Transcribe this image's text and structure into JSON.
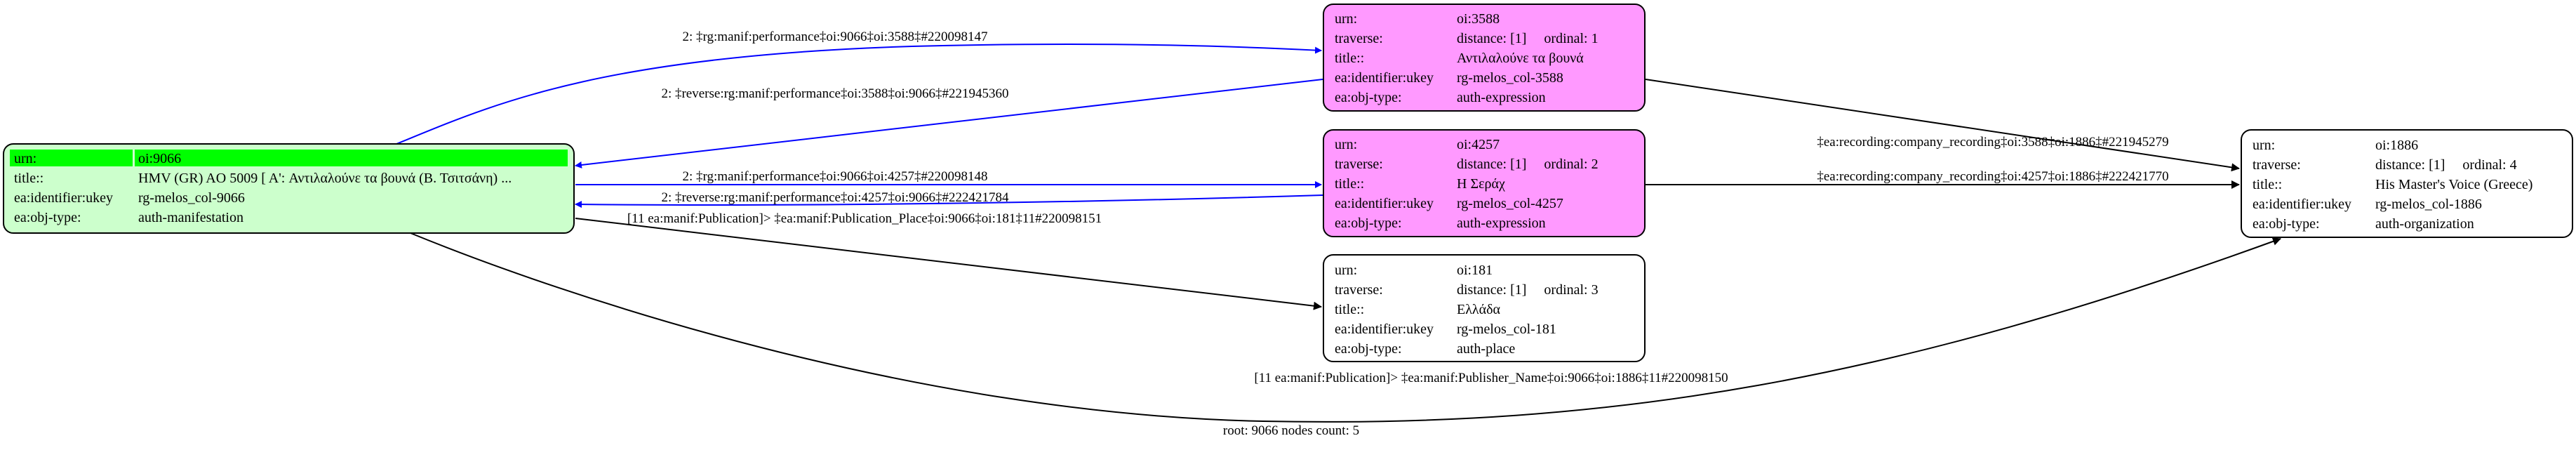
{
  "colors": {
    "root_fill": "#ccffcc",
    "root_header": "#00ff00",
    "expression_fill": "#ff99ff",
    "plain_fill": "#ffffff",
    "edge_blue": "#0000ff",
    "edge_black": "#000000"
  },
  "nodes": {
    "n9066": {
      "rows": [
        [
          "urn:",
          "oi:9066"
        ],
        [
          "title::",
          "HMV (GR) AO 5009 [ A': Αντιλαλούνε τα βουνά (Β. Τσιτσάνη) ..."
        ],
        [
          "ea:identifier:ukey",
          "rg-melos_col-9066"
        ],
        [
          "ea:obj-type:",
          "auth-manifestation"
        ]
      ]
    },
    "n3588": {
      "rows": [
        [
          "urn:",
          "oi:3588"
        ],
        [
          "traverse:",
          "distance: [1]     ordinal: 1"
        ],
        [
          "title::",
          "Αντιλαλούνε τα βουνά"
        ],
        [
          "ea:identifier:ukey",
          "rg-melos_col-3588"
        ],
        [
          "ea:obj-type:",
          "auth-expression"
        ]
      ]
    },
    "n4257": {
      "rows": [
        [
          "urn:",
          "oi:4257"
        ],
        [
          "traverse:",
          "distance: [1]     ordinal: 2"
        ],
        [
          "title::",
          "Η Σεράχ"
        ],
        [
          "ea:identifier:ukey",
          "rg-melos_col-4257"
        ],
        [
          "ea:obj-type:",
          "auth-expression"
        ]
      ]
    },
    "n181": {
      "rows": [
        [
          "urn:",
          "oi:181"
        ],
        [
          "traverse:",
          "distance: [1]     ordinal: 3"
        ],
        [
          "title::",
          "Ελλάδα"
        ],
        [
          "ea:identifier:ukey",
          "rg-melos_col-181"
        ],
        [
          "ea:obj-type:",
          "auth-place"
        ]
      ]
    },
    "n1886": {
      "rows": [
        [
          "urn:",
          "oi:1886"
        ],
        [
          "traverse:",
          "distance: [1]     ordinal: 4"
        ],
        [
          "title::",
          "His Master's Voice (Greece)"
        ],
        [
          "ea:identifier:ukey",
          "rg-melos_col-1886"
        ],
        [
          "ea:obj-type:",
          "auth-organization"
        ]
      ]
    }
  },
  "edges": {
    "e1": "2: ‡rg:manif:performance‡oi:9066‡oi:3588‡#220098147",
    "e2": "2: ‡reverse:rg:manif:performance‡oi:3588‡oi:9066‡#221945360",
    "e3": "2: ‡rg:manif:performance‡oi:9066‡oi:4257‡#220098148",
    "e4": "2: ‡reverse:rg:manif:performance‡oi:4257‡oi:9066‡#222421784",
    "e5": "[11 ea:manif:Publication]> ‡ea:manif:Publication_Place‡oi:9066‡oi:181‡11#220098151",
    "e6": "[11 ea:manif:Publication]> ‡ea:manif:Publisher_Name‡oi:9066‡oi:1886‡11#220098150",
    "e7": "‡ea:recording:company_recording‡oi:3588‡oi:1886‡#221945279",
    "e8": "‡ea:recording:company_recording‡oi:4257‡oi:1886‡#222421770"
  },
  "footer": "root: 9066 nodes count: 5"
}
